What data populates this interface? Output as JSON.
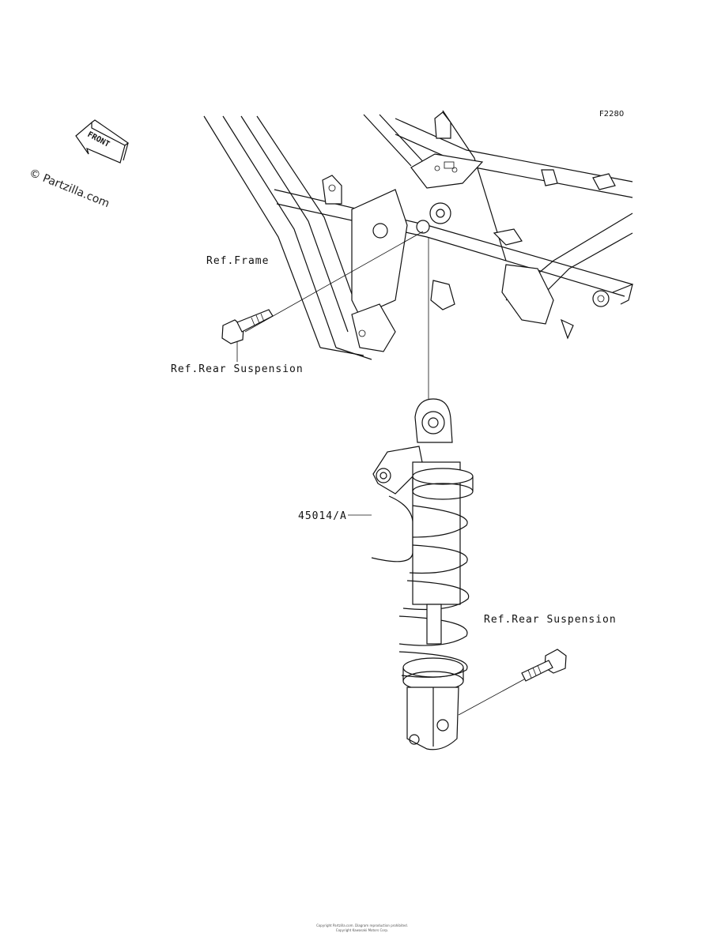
{
  "figure_code": "F2280",
  "watermark": "© Partzilla.com",
  "front_arrow_label": "FRONT",
  "labels": {
    "ref_frame": "Ref.Frame",
    "ref_rear_suspension_top": "Ref.Rear Suspension",
    "part_number": "45014/A",
    "ref_rear_suspension_bottom": "Ref.Rear Suspension"
  },
  "footer": {
    "line1": "Copyright Partzilla.com. Diagram reproduction prohibited.",
    "line2": "Copyright Kawasaki Motors Corp."
  }
}
